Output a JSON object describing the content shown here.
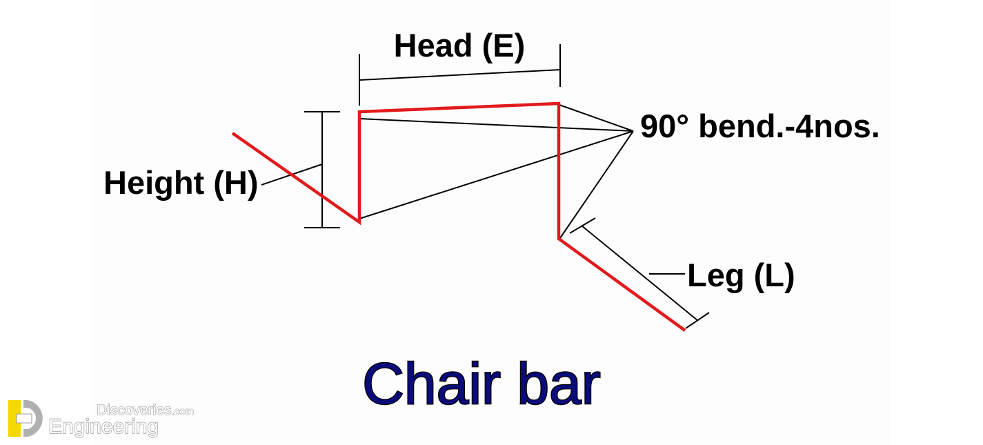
{
  "diagram": {
    "labels": {
      "head": "Head (E)",
      "bend": "90° bend.-4nos.",
      "height": "Height (H)",
      "leg": "Leg (L)"
    },
    "title": "Chair bar",
    "colors": {
      "bar": "#e31a1c",
      "dimension_line": "#000000",
      "title": "#0b0b7a"
    }
  },
  "watermark": {
    "line1": "Discoveries",
    "suffix": ".com",
    "line2": "Engineering",
    "logo_colors": [
      "#f5d800",
      "#9a9a9a"
    ]
  }
}
